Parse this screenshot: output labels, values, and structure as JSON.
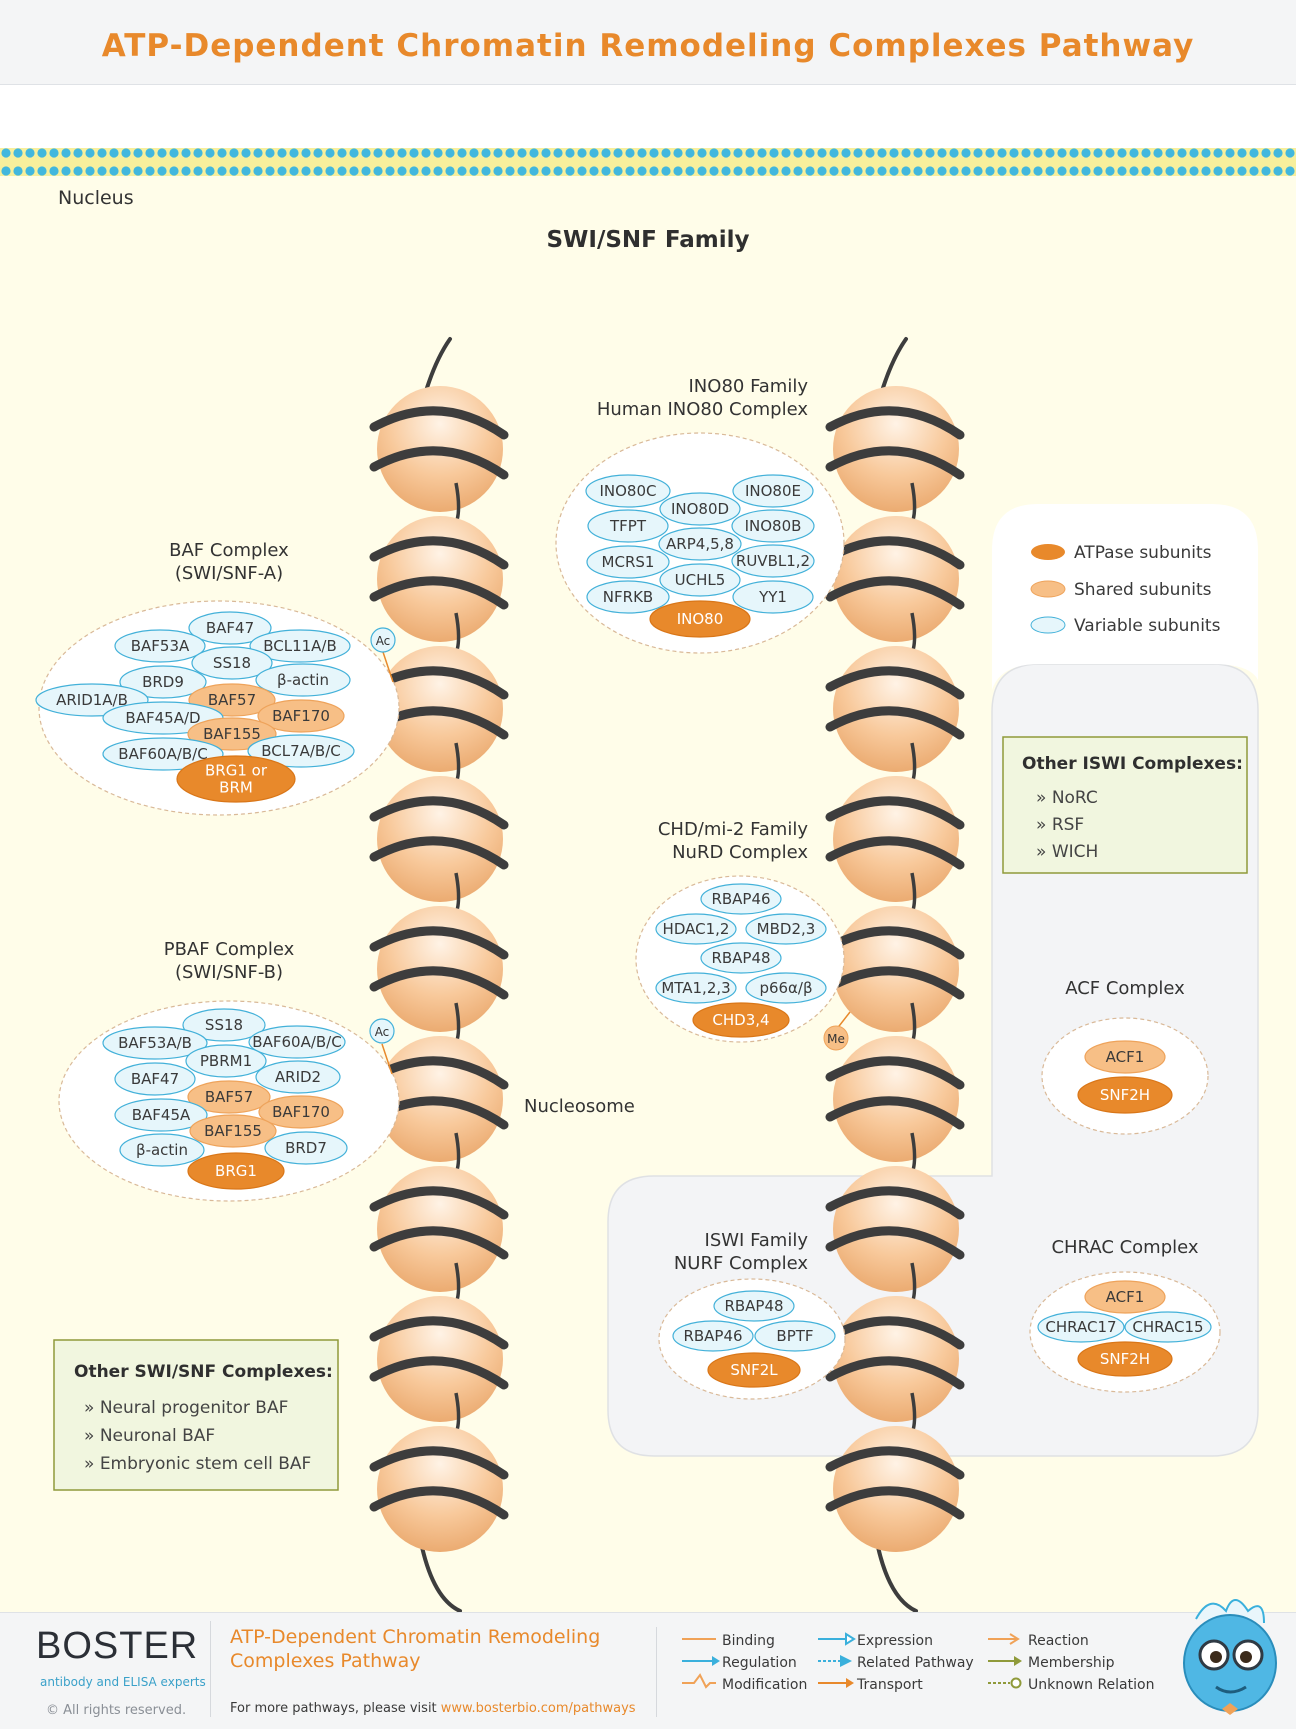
{
  "title": "ATP-Dependent Chromatin Remodeling Complexes Pathway",
  "colors": {
    "title": "#e8892b",
    "atpase": "#e8892b",
    "shared": "#f7bf86",
    "variable": "#e6f6fb",
    "variable_border": "#43b1d9",
    "cell_bg": "#fffde9",
    "panel_bg": "#f3f4f6",
    "box_bg": "#f1f6df",
    "box_border": "#8f9a3a"
  },
  "diagram": {
    "nucleus_label": "Nucleus",
    "swisnf_heading": "SWI/SNF Family",
    "nucleosome_label": "Nucleosome",
    "legend": {
      "atpase": "ATPase subunits",
      "shared": "Shared subunits",
      "variable": "Variable subunits"
    },
    "baf": {
      "title1": "BAF Complex",
      "title2": "(SWI/SNF-A)",
      "subunits": [
        "BAF47",
        "BAF53A",
        "BCL11A/B",
        "SS18",
        "BRD9",
        "β-actin",
        "ARID1A/B",
        "BAF57",
        "BAF45A/D",
        "BAF170",
        "BAF155",
        "BAF60A/B/C",
        "BCL7A/B/C"
      ],
      "atpase_line1": "BRG1 or",
      "atpase_line2": "BRM",
      "modification": "Ac"
    },
    "pbaf": {
      "title1": "PBAF Complex",
      "title2": "(SWI/SNF-B)",
      "subunits": [
        "SS18",
        "BAF53A/B",
        "BAF60A/B/C",
        "PBRM1",
        "BAF47",
        "ARID2",
        "BAF57",
        "BAF45A",
        "BAF170",
        "BAF155",
        "β-actin",
        "BRD7"
      ],
      "atpase": "BRG1",
      "modification": "Ac"
    },
    "other_swisnf": {
      "title": "Other SWI/SNF Complexes:",
      "items": [
        "Neural progenitor BAF",
        "Neuronal BAF",
        "Embryonic stem cell BAF"
      ]
    },
    "ino80": {
      "title1": "INO80 Family",
      "title2": "Human INO80 Complex",
      "subunits": [
        "INO80C",
        "INO80E",
        "INO80D",
        "TFPT",
        "INO80B",
        "ARP4,5,8",
        "MCRS1",
        "RUVBL1,2",
        "UCHL5",
        "NFRKB",
        "YY1"
      ],
      "atpase": "INO80"
    },
    "chd": {
      "title1": "CHD/mi-2 Family",
      "title2": "NuRD Complex",
      "subunits": [
        "RBAP46",
        "HDAC1,2",
        "MBD2,3",
        "RBAP48",
        "MTA1,2,3",
        "p66α/β"
      ],
      "atpase": "CHD3,4",
      "modification": "Me"
    },
    "other_iswi": {
      "title": "Other ISWI Complexes:",
      "items": [
        "NoRC",
        "RSF",
        "WICH"
      ]
    },
    "acf": {
      "title": "ACF Complex",
      "shared": "ACF1",
      "atpase": "SNF2H"
    },
    "iswi": {
      "title1": "ISWI Family",
      "title2": "NURF Complex",
      "subunits": [
        "RBAP48",
        "RBAP46",
        "BPTF"
      ],
      "atpase": "SNF2L"
    },
    "chrac": {
      "title": "CHRAC Complex",
      "shared": "ACF1",
      "subunits": [
        "CHRAC17",
        "CHRAC15"
      ],
      "atpase": "SNF2H"
    }
  },
  "footer": {
    "logo": "BOSTER",
    "tagline": "antibody and ELISA experts",
    "rights": "© All rights reserved.",
    "title_line1": "ATP-Dependent Chromatin Remodeling",
    "title_line2": "Complexes Pathway",
    "visit_text": "For more pathways, please visit",
    "visit_link": "www.bosterbio.com/pathways",
    "legend": [
      "Binding",
      "Regulation",
      "Modification",
      "Expression",
      "Related Pathway",
      "Transport",
      "Reaction",
      "Membership",
      "Unknown Relation"
    ]
  }
}
